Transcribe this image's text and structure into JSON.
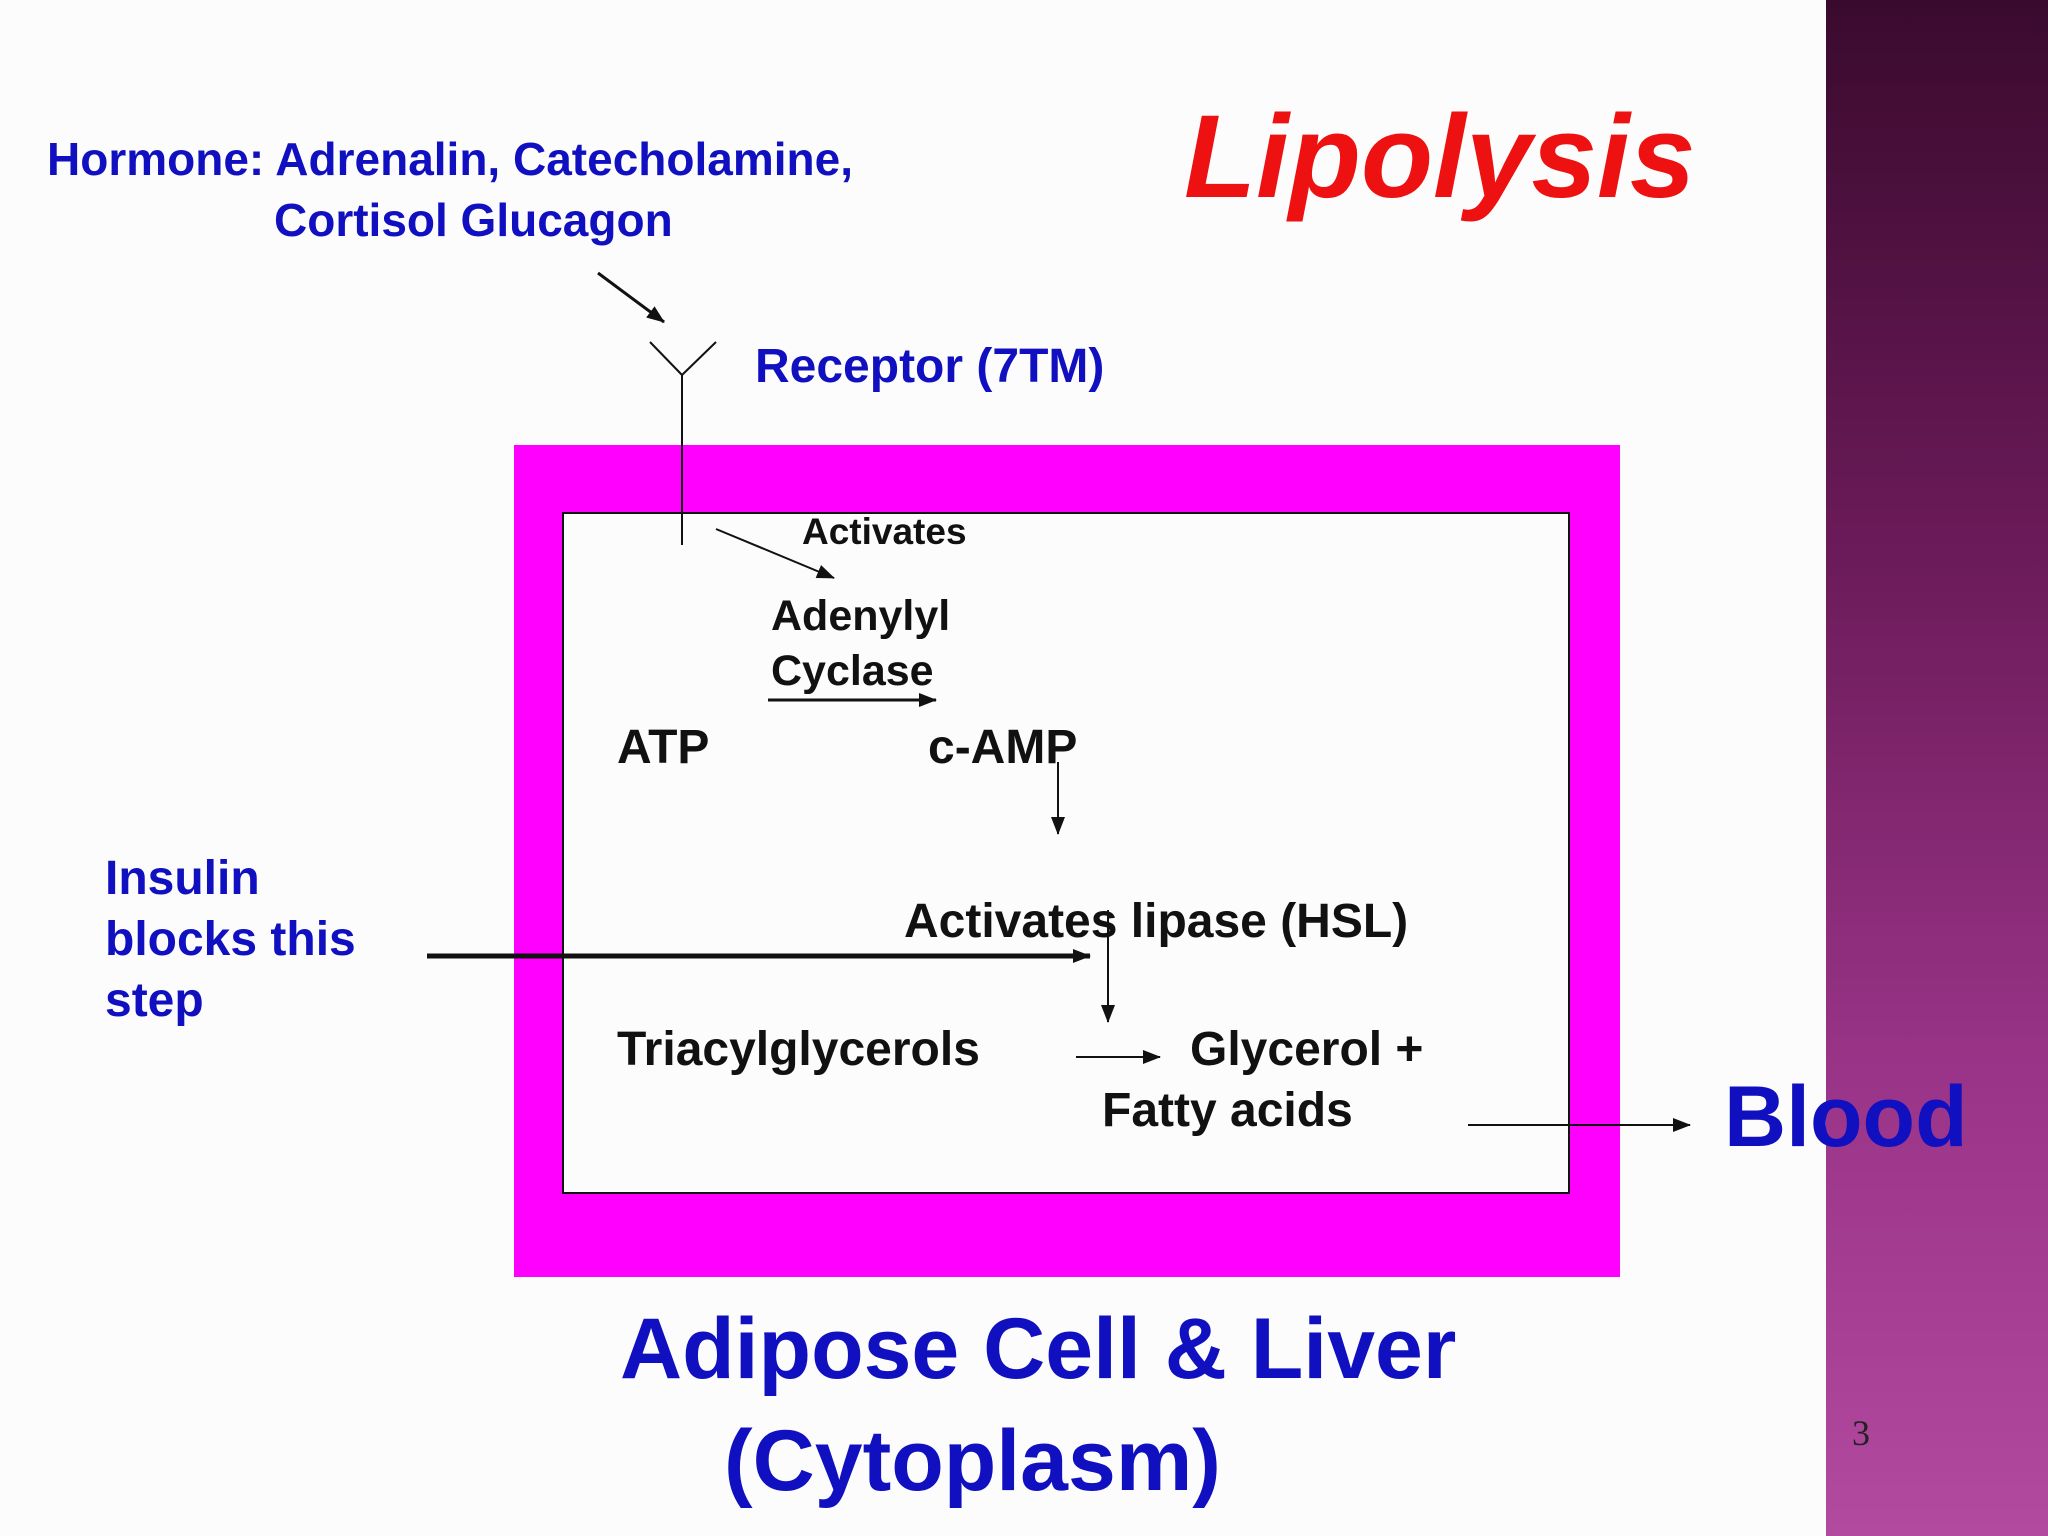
{
  "title": "Lipolysis",
  "hormone": {
    "line1": "Hormone: Adrenalin, Catecholamine,",
    "line2": "Cortisol Glucagon"
  },
  "receptor": "Receptor (7TM)",
  "activates": "Activates",
  "enzyme": {
    "line1": "Adenylyl",
    "line2": "Cyclase"
  },
  "atp": "ATP",
  "camp": "c-AMP",
  "lipase": "Activates lipase (HSL)",
  "insulin": {
    "line1": "Insulin",
    "line2": "blocks this",
    "line3": "step"
  },
  "substrate": "Triacylglycerols",
  "products": {
    "line1": "Glycerol +",
    "line2": "Fatty acids"
  },
  "destination": "Blood",
  "location": {
    "line1": "Adipose Cell & Liver",
    "line2": "(Cytoplasm)"
  },
  "page_number": "3",
  "colors": {
    "title": "#ee1111",
    "labels": "#1010c0",
    "membrane": "#ff00ff",
    "sidebar": "#6a1a58"
  }
}
